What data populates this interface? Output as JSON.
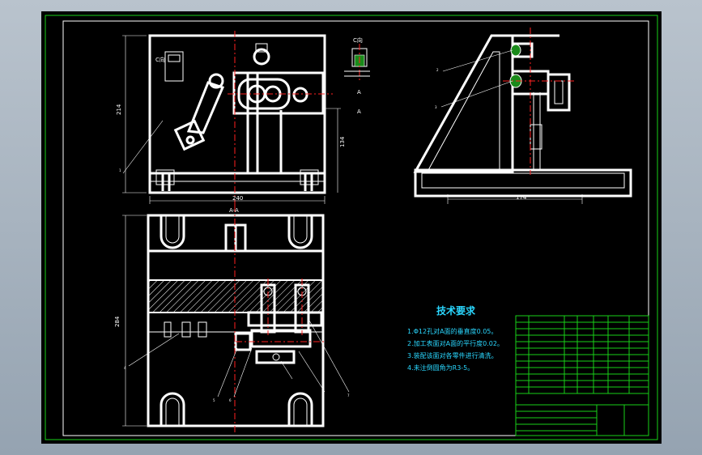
{
  "drawing": {
    "dims": {
      "height_left": "214",
      "width_bottom": "240",
      "height_right": "134",
      "height_section": "284",
      "base_right": "174"
    },
    "labels": {
      "section": "A-A",
      "view_c": "C向",
      "view_c2": "C向",
      "arrow_a": "A",
      "arrow_a2": "A"
    },
    "balloons": [
      "1",
      "2",
      "3",
      "4",
      "5",
      "6",
      "7"
    ]
  },
  "tech": {
    "title": "技术要求",
    "lines": [
      "1.Φ12孔对A面的垂直度0.05。",
      "2.加工表面对A面的平行度0.02。",
      "3.装配该面对各零件进行清洗。",
      "4.未注倒圆角为R3-5。"
    ]
  },
  "colors": {
    "background": "#000000",
    "lines": "#ffffff",
    "frame": "#18d018",
    "text": "#2ad7ff",
    "centerline": "#ff2020"
  }
}
